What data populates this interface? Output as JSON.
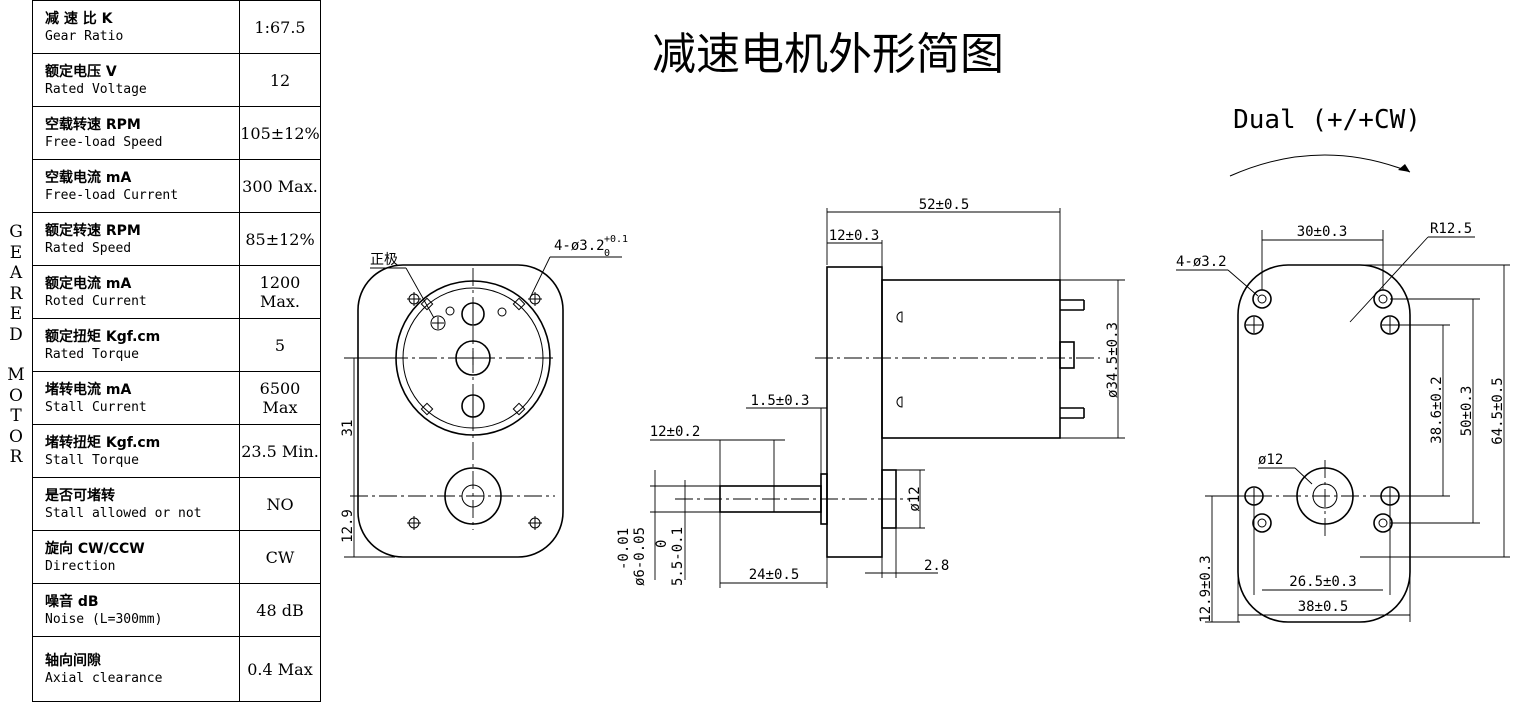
{
  "sidebar": {
    "label": "GEARED MOTOR"
  },
  "specs": [
    {
      "cn": "减 速 比 K",
      "en": "Gear Ratio",
      "value": "1:67.5"
    },
    {
      "cn": "额定电压 V",
      "en": "Rated Voltage",
      "value": "12"
    },
    {
      "cn": "空载转速 RPM",
      "en": "Free-load Speed",
      "value": "105±12%"
    },
    {
      "cn": "空载电流 mA",
      "en": "Free-load Current",
      "value": "300 Max."
    },
    {
      "cn": "额定转速 RPM",
      "en": "Rated Speed",
      "value": "85±12%"
    },
    {
      "cn": "额定电流 mA",
      "en": "Roted Current",
      "value": "1200 Max."
    },
    {
      "cn": "额定扭矩 Kgf.cm",
      "en": "Rated Torque",
      "value": "5"
    },
    {
      "cn": "堵转电流 mA",
      "en": "Stall Current",
      "value": "6500 Max"
    },
    {
      "cn": "堵转扭矩 Kgf.cm",
      "en": "Stall Torque",
      "value": "23.5 Min."
    },
    {
      "cn": "是否可堵转",
      "en": "Stall allowed or not",
      "value": "NO"
    },
    {
      "cn": "旋向 CW/CCW",
      "en": "Direction",
      "value": "CW"
    },
    {
      "cn": "噪音 dB",
      "en": "Noise (L=300mm)",
      "value": "48 dB"
    },
    {
      "cn": "轴向间隙",
      "en": "Axial clearance",
      "value": "0.4 Max"
    }
  ],
  "drawing": {
    "title": "减速电机外形简图",
    "direction_label": "Dual (+/+CW)",
    "front_view": {
      "positive_label": "正极",
      "hole_spec": "4-ø3.2",
      "hole_tol_upper": "+0.1",
      "hole_tol_lower": "0",
      "dim_31": "31",
      "dim_12_9": "12.9"
    },
    "side_view": {
      "dim_overall": "52±0.5",
      "dim_gearbox": "12±0.3",
      "dim_motor_dia": "ø34.5±0.3",
      "dim_plate": "1.5±0.3",
      "dim_shaft_flat": "12±0.2",
      "dim_shaft_len": "24±0.5",
      "dim_boss_dia": "ø12",
      "dim_boss_len": "2.8",
      "shaft_dia": "ø6-0.05",
      "shaft_dia_upper": "-0.01",
      "shaft_flat": "5.5-0.1",
      "shaft_flat_upper": "0"
    },
    "rear_view": {
      "hole_spec": "4-ø3.2",
      "radius": "R12.5",
      "dim_top": "30±0.3",
      "dim_bottom_inner": "26.5±0.3",
      "dim_bottom_outer": "38±0.5",
      "dim_v1": "38.6±0.2",
      "dim_v2": "50±0.3",
      "dim_v3": "64.5±0.5",
      "dim_12_9": "12.9±0.3",
      "boss_dia": "ø12"
    }
  }
}
